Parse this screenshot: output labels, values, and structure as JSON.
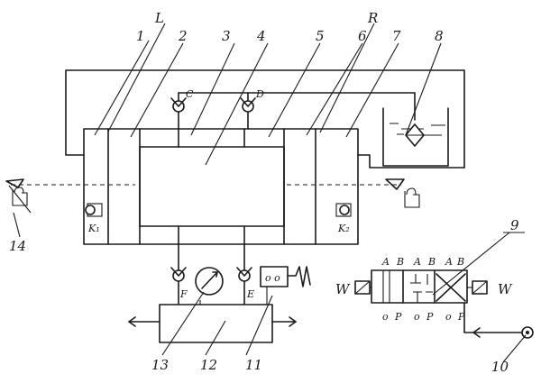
{
  "diagram": {
    "callouts": {
      "n1": "1",
      "L": "L",
      "n2": "2",
      "n3": "3",
      "n4": "4",
      "n5": "5",
      "R": "R",
      "n6": "6",
      "n7": "7",
      "n8": "8",
      "n9": "9",
      "n10": "10",
      "n11": "11",
      "n12": "12",
      "n13": "13",
      "n14": "14"
    },
    "valves": {
      "C": "C",
      "D": "D",
      "E": "E",
      "F": "F"
    },
    "sensors": {
      "K1": "K₁",
      "K2": "K₂"
    },
    "switch_symbol": "o o",
    "solenoid_left": "W",
    "solenoid_right": "W",
    "ports_top": [
      "A",
      "B",
      "A",
      "B",
      "A",
      "B"
    ],
    "ports_bottom": [
      "o",
      "P",
      "o",
      "P",
      "o",
      "P"
    ]
  }
}
